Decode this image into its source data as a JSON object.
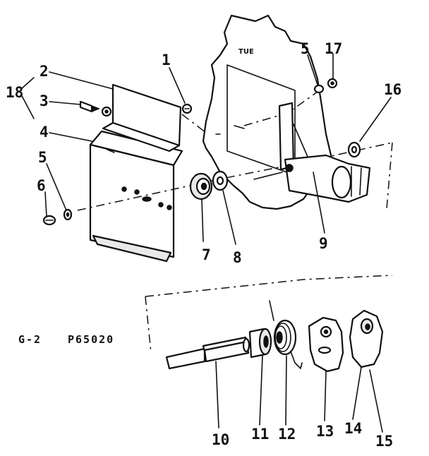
{
  "diagram": {
    "figure_code": "G-2",
    "part_number": "P65020",
    "plate_marking": "TUE",
    "part_labels": [
      "1",
      "2",
      "3",
      "4",
      "5",
      "5",
      "6",
      "7",
      "8",
      "9",
      "10",
      "11",
      "12",
      "13",
      "14",
      "15",
      "16",
      "17",
      "18"
    ]
  }
}
